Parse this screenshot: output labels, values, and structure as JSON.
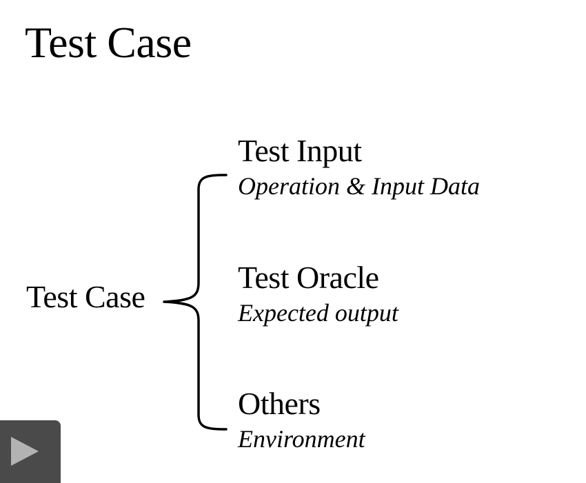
{
  "slide": {
    "title": "Test Case"
  },
  "diagram": {
    "root": "Test Case",
    "branches": [
      {
        "title": "Test Input",
        "subtitle": "Operation & Input Data"
      },
      {
        "title": "Test Oracle",
        "subtitle": "Expected output"
      },
      {
        "title": "Others",
        "subtitle": "Environment"
      }
    ]
  },
  "player": {
    "icon": "play-icon"
  }
}
